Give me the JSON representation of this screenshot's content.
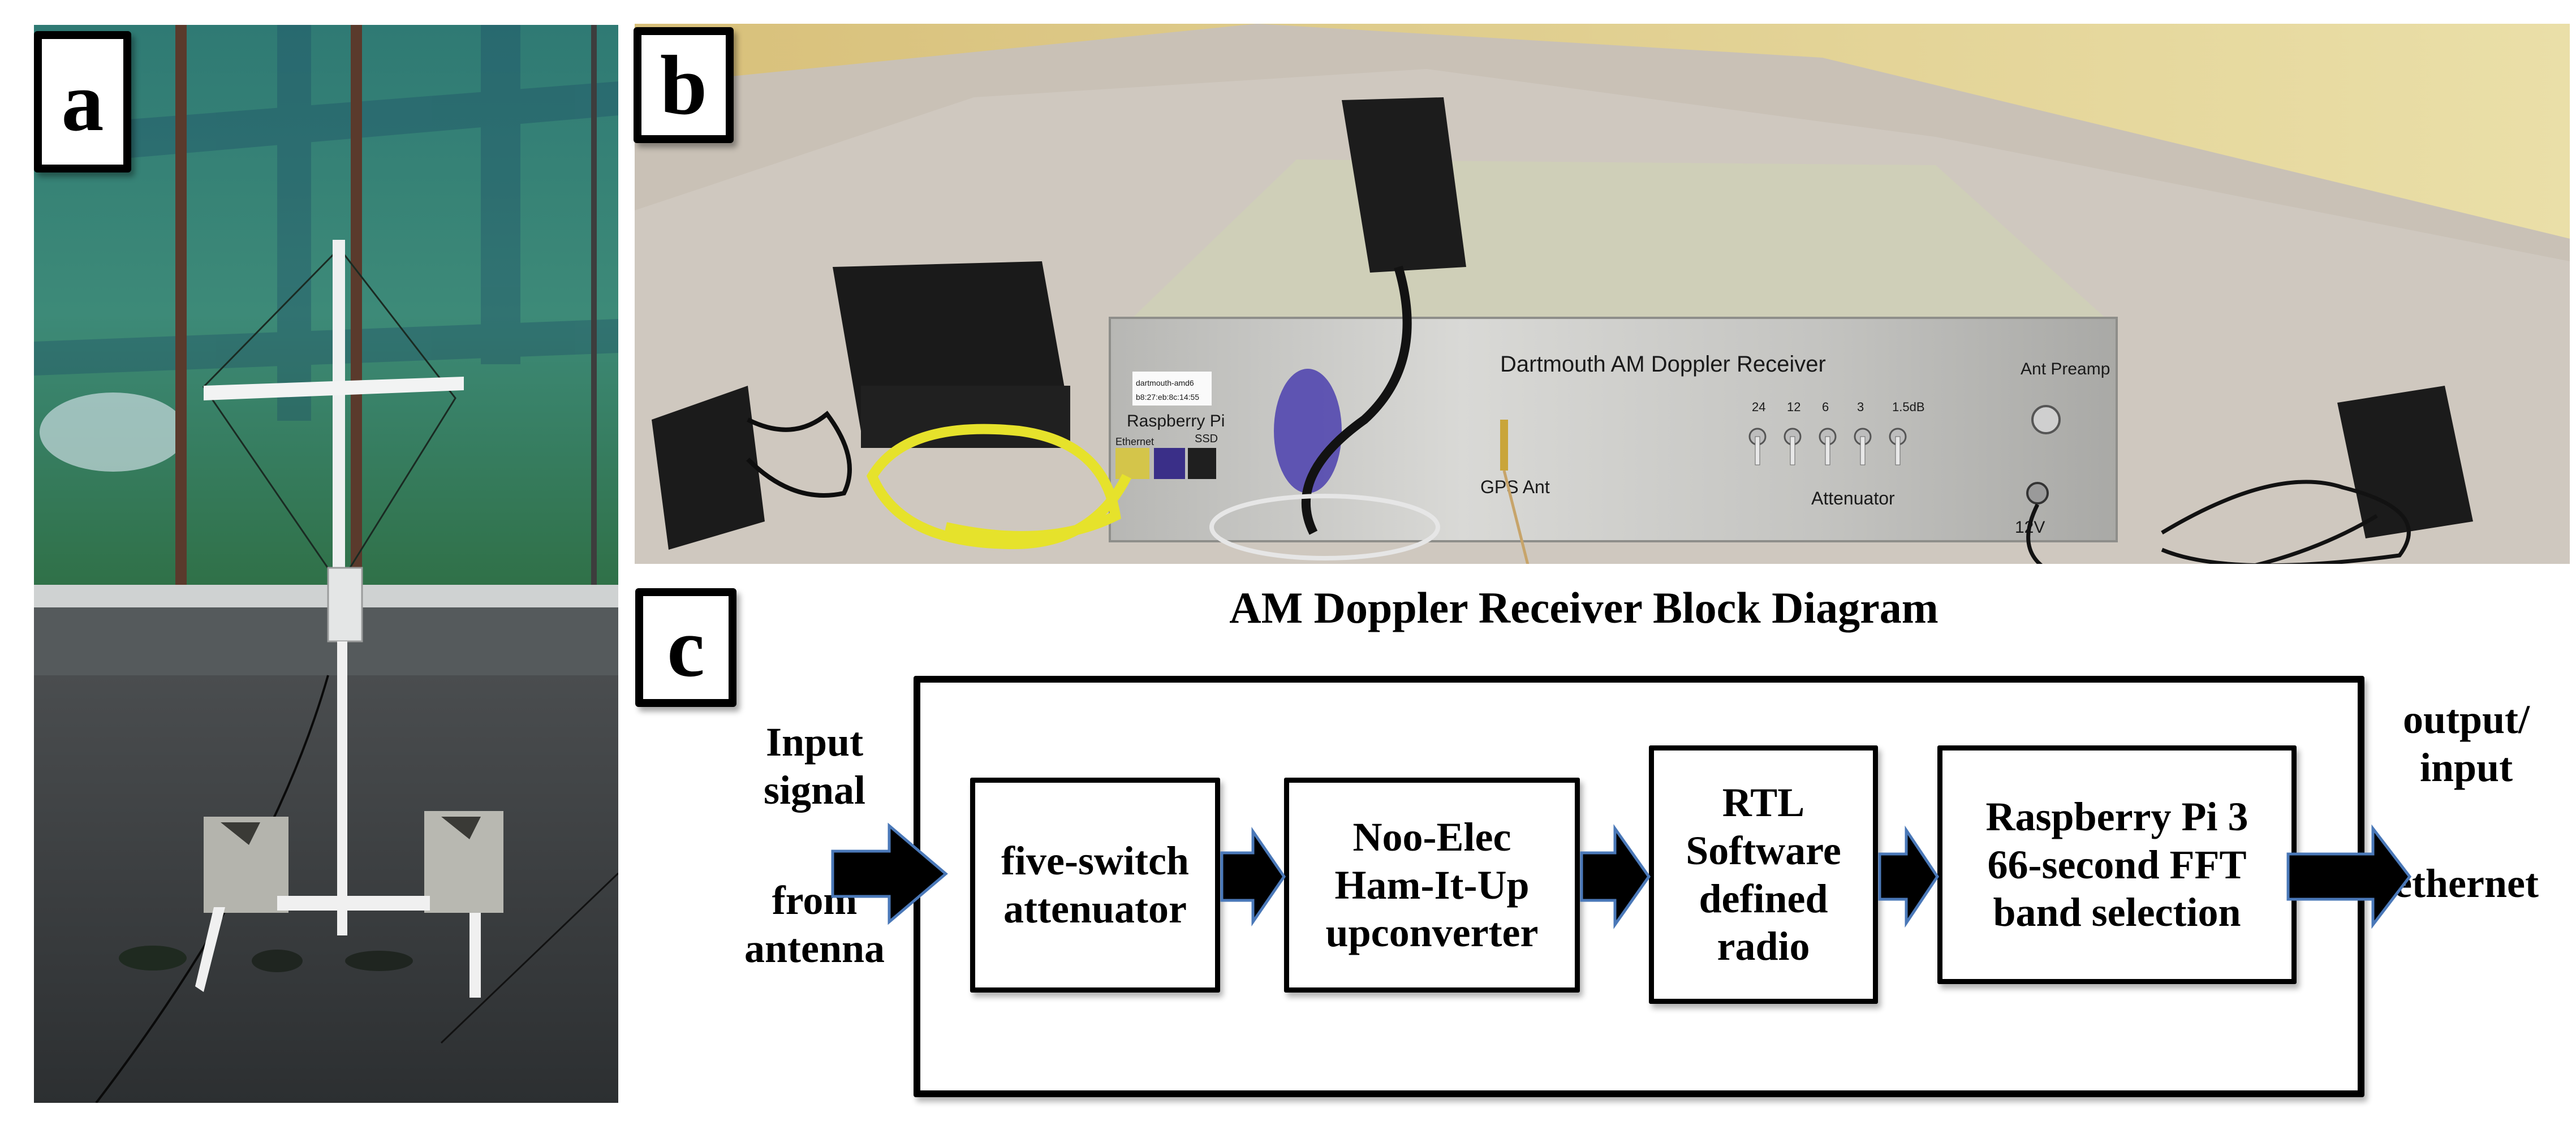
{
  "panels": {
    "a": {
      "label": "a",
      "description": "Crossed-loop antenna on PVC mast with cinder-block base on a rooftop"
    },
    "b": {
      "label": "b",
      "device": {
        "title": "Dartmouth AM Doppler Receiver",
        "gps_label": "GPS Ant",
        "attenuator_label": "Attenuator",
        "attenuator_steps": [
          "24",
          "12",
          "6",
          "3",
          "1.5dB"
        ],
        "ant_preamp_label": "Ant Preamp",
        "power_label": "12V",
        "rpi_label": "Raspberry Pi",
        "ethernet_label": "Ethernet",
        "ssd_label": "SSD",
        "hostname_sticker": "dartmouth-amd6",
        "mac_sticker": "b8:27:eb:8c:14:55"
      }
    },
    "c": {
      "label": "c",
      "title": "AM Doppler Receiver Block Diagram",
      "input_label": [
        "Input",
        "signal",
        "from",
        "antenna"
      ],
      "output_label": [
        "output/",
        "input",
        "ethernet"
      ],
      "blocks": [
        {
          "lines": [
            "five-switch",
            "attenuator"
          ]
        },
        {
          "lines": [
            "Noo-Elec",
            "Ham-It-Up",
            "upconverter"
          ]
        },
        {
          "lines": [
            "RTL",
            "Software",
            "defined",
            "radio"
          ]
        },
        {
          "lines": [
            "Raspberry Pi 3",
            "66-second FFT",
            "band selection"
          ]
        }
      ]
    }
  },
  "colors": {
    "arrow_fill": "#000000",
    "arrow_outline": "#4a78b8"
  }
}
